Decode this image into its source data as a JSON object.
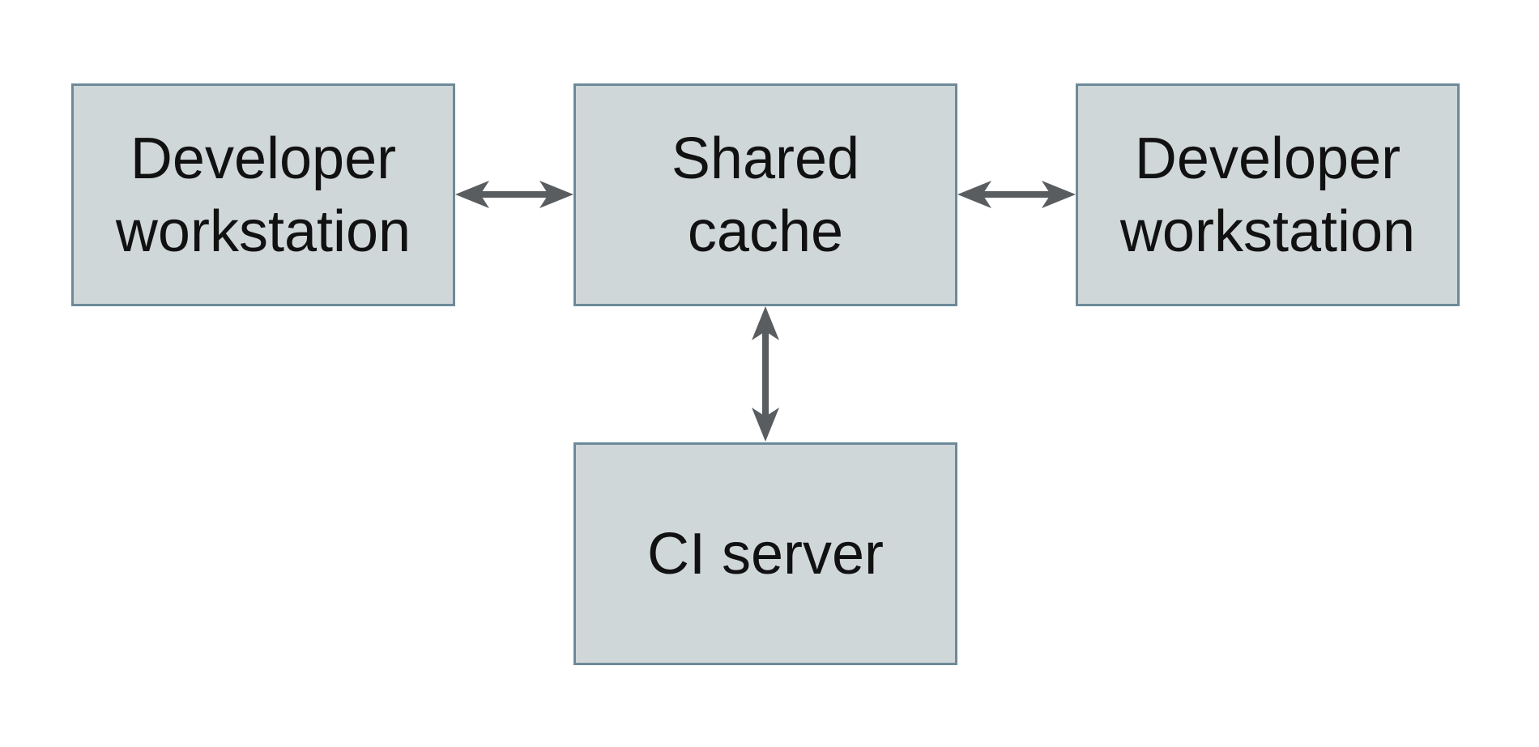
{
  "diagram": {
    "nodes": [
      {
        "id": "developer-workstation-left",
        "label": "Developer\nworkstation"
      },
      {
        "id": "shared-cache",
        "label": "Shared\ncache"
      },
      {
        "id": "developer-workstation-right",
        "label": "Developer\nworkstation"
      },
      {
        "id": "ci-server",
        "label": "CI server"
      }
    ],
    "edges": [
      {
        "from": "developer-workstation-left",
        "to": "shared-cache",
        "direction": "bidirectional"
      },
      {
        "from": "developer-workstation-right",
        "to": "shared-cache",
        "direction": "bidirectional"
      },
      {
        "from": "ci-server",
        "to": "shared-cache",
        "direction": "bidirectional"
      }
    ],
    "colors": {
      "canvas_bg": "#ffffff",
      "box_fill": "#d0d7d9",
      "box_border": "#6d8a99",
      "arrow": "#5a5d60",
      "text": "#111111"
    }
  }
}
